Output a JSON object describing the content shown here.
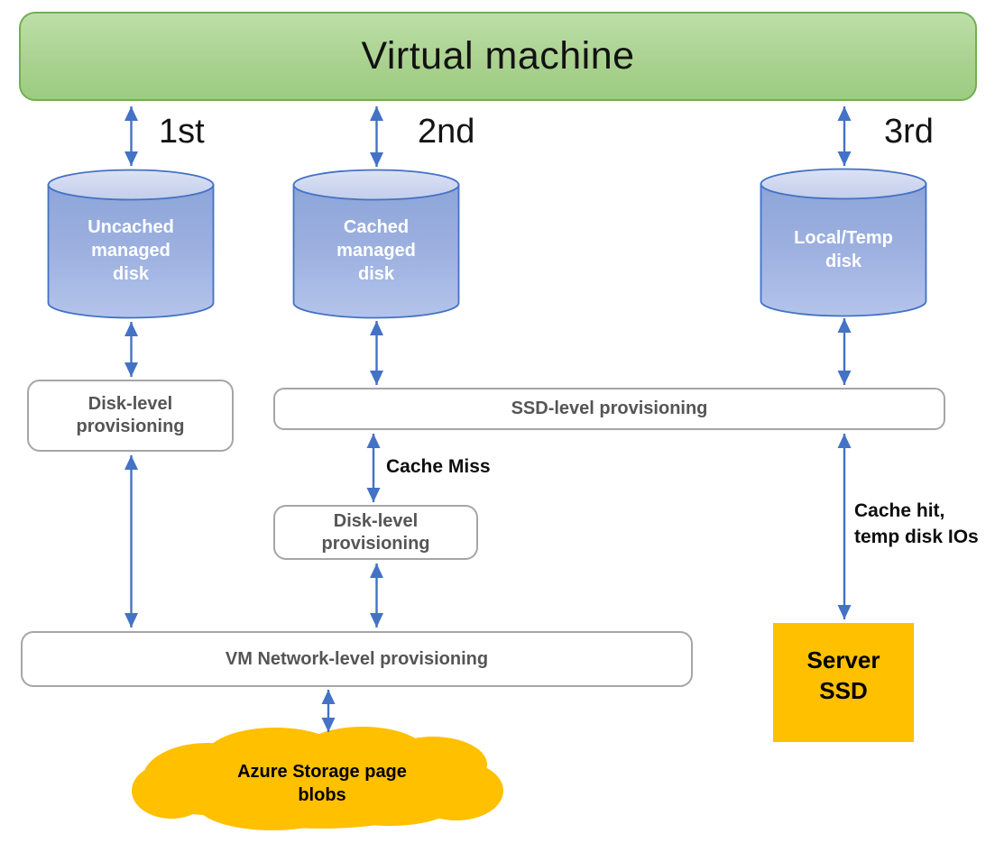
{
  "colors": {
    "vm_green": "#A9D18E",
    "vm_green_border": "#74AD54",
    "arrow_blue": "#4472C4",
    "cylinder_fill": "#8FAADC",
    "cylinder_top_fill": "#D8DEF2",
    "cylinder_border": "#4472C4",
    "box_border": "#A6A6A6",
    "box_text": "#555555",
    "gold": "#FFC000"
  },
  "vm": {
    "label": "Virtual machine"
  },
  "order_labels": {
    "first": "1st",
    "second": "2nd",
    "third": "3rd"
  },
  "disks": [
    {
      "label": "Uncached managed disk"
    },
    {
      "label": "Cached managed disk"
    },
    {
      "label": "Local/Temp disk"
    }
  ],
  "provisioning": {
    "disk_level_left": "Disk-level provisioning",
    "ssd_level": "SSD-level provisioning",
    "disk_level_middle": "Disk-level provisioning",
    "vm_network_level": "VM Network-level provisioning"
  },
  "edge_labels": {
    "cache_miss": "Cache Miss",
    "cache_hit": "Cache hit, temp disk IOs"
  },
  "server_ssd": {
    "label": "Server SSD"
  },
  "cloud": {
    "label": "Azure Storage page blobs"
  }
}
